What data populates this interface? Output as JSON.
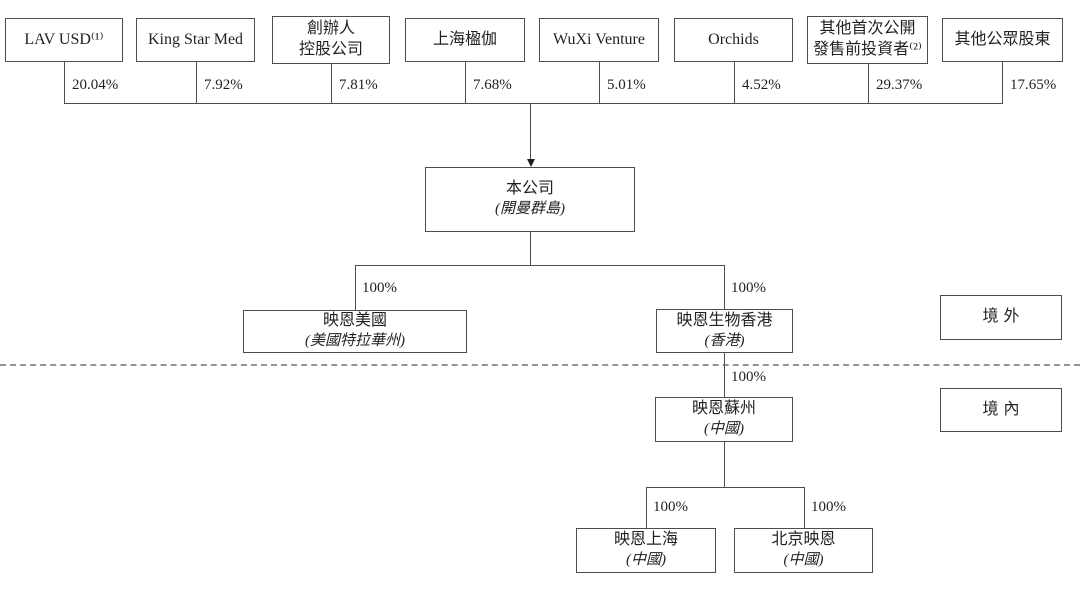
{
  "shareholders": [
    {
      "lines": [
        "LAV USD⁽¹⁾"
      ],
      "ownership": "20.04%"
    },
    {
      "lines": [
        "King Star Med"
      ],
      "ownership": "7.92%"
    },
    {
      "lines": [
        "創辦人",
        "控股公司"
      ],
      "ownership": "7.81%"
    },
    {
      "lines": [
        "上海楹伽"
      ],
      "ownership": "7.68%"
    },
    {
      "lines": [
        "WuXi Venture"
      ],
      "ownership": "5.01%"
    },
    {
      "lines": [
        "Orchids"
      ],
      "ownership": "4.52%"
    },
    {
      "lines": [
        "其他首次公開",
        "發售前投資者⁽²⁾"
      ],
      "ownership": "29.37%"
    },
    {
      "lines": [
        "其他公眾股東"
      ],
      "ownership": "17.65%"
    }
  ],
  "company": {
    "name": "本公司",
    "jurisdiction": "(開曼群島)"
  },
  "subsidiaries": {
    "us": {
      "name": "映恩美國",
      "jurisdiction": "(美國特拉華州)"
    },
    "hk": {
      "name": "映恩生物香港",
      "jurisdiction": "(香港)"
    },
    "suzhou": {
      "name": "映恩蘇州",
      "jurisdiction": "(中國)"
    },
    "shanghai": {
      "name": "映恩上海",
      "jurisdiction": "(中國)"
    },
    "beijing": {
      "name": "北京映恩",
      "jurisdiction": "(中國)"
    }
  },
  "ownership_edges": [
    {
      "parent": "本公司",
      "child": "映恩美國",
      "pct": "100%"
    },
    {
      "parent": "本公司",
      "child": "映恩生物香港",
      "pct": "100%"
    },
    {
      "parent": "映恩生物香港",
      "child": "映恩蘇州",
      "pct": "100%"
    },
    {
      "parent": "映恩蘇州",
      "child": "映恩上海",
      "pct": "100%"
    },
    {
      "parent": "映恩蘇州",
      "child": "北京映恩",
      "pct": "100%"
    }
  ],
  "regions": {
    "offshore": "境外",
    "onshore": "境內"
  },
  "colors": {
    "line": "#4d4d4f",
    "text": "#231f20",
    "dashed_divider": "#939598",
    "background": "#ffffff"
  }
}
